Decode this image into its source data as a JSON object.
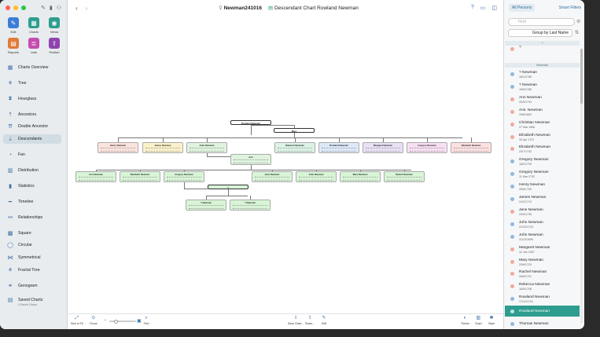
{
  "sidebar": {
    "buttons": [
      {
        "label": "Edit",
        "icon": "pencil-icon",
        "color": "#3b7dd8"
      },
      {
        "label": "Charts",
        "icon": "chart-icon",
        "color": "#2e9d8f"
      },
      {
        "label": "Views",
        "icon": "eye-icon",
        "color": "#2e9d8f"
      },
      {
        "label": "Reports",
        "icon": "report-icon",
        "color": "#e07b39"
      },
      {
        "label": "Lists",
        "icon": "list-icon",
        "color": "#c44db0"
      },
      {
        "label": "Publish",
        "icon": "publish-icon",
        "color": "#8e44ad"
      }
    ],
    "nav": [
      {
        "label": "Charts Overview",
        "icon": "overview-icon"
      },
      {
        "label": "Tree",
        "icon": "tree-icon"
      },
      {
        "label": "Hourglass",
        "icon": "hourglass-icon"
      },
      {
        "label": "Ancestors",
        "icon": "ancestors-icon"
      },
      {
        "label": "Double Ancestor",
        "icon": "double-ancestor-icon"
      },
      {
        "label": "Descendants",
        "icon": "descendants-icon"
      },
      {
        "label": "Fan",
        "icon": "fan-icon"
      },
      {
        "label": "Distribution",
        "icon": "distribution-icon"
      },
      {
        "label": "Statistics",
        "icon": "statistics-icon"
      },
      {
        "label": "Timeline",
        "icon": "timeline-icon"
      },
      {
        "label": "Relationships",
        "icon": "relationships-icon"
      },
      {
        "label": "Square",
        "icon": "square-icon"
      },
      {
        "label": "Circular",
        "icon": "circular-icon"
      },
      {
        "label": "Symmetrical",
        "icon": "symmetrical-icon"
      },
      {
        "label": "Fractal Tree",
        "icon": "fractal-tree-icon"
      },
      {
        "label": "Genogram",
        "icon": "genogram-icon"
      },
      {
        "label": "Saved Charts",
        "icon": "saved-charts-icon",
        "sub": "0 Saved Charts"
      }
    ],
    "active": "Descendants"
  },
  "toolbar": {
    "file_title": "Newman241016",
    "chart_title": "Descendant Chart Rowland Newman"
  },
  "chart": {
    "root": {
      "name": "Rowland Newman"
    },
    "spouse": {
      "name": "Mary"
    },
    "children": [
      {
        "name": "Henry Newman",
        "color": "#fde3de"
      },
      {
        "name": "James Newman",
        "color": "#fbf1c9"
      },
      {
        "name": "John Newman",
        "color": "#dff4de"
      },
      {
        "name": "Rebecca Newman",
        "color": "#dcf3e6"
      },
      {
        "name": "Rowland Newman",
        "color": "#dde9f9"
      },
      {
        "name": "Margaret Newman",
        "color": "#e9e0f7"
      },
      {
        "name": "Gregory Newman",
        "color": "#f8dff2"
      },
      {
        "name": "Elizabeth Newman",
        "color": "#fde0e0"
      }
    ],
    "john_spouse": {
      "name": "Ann"
    },
    "grandchildren": [
      {
        "name": "Ann Newman"
      },
      {
        "name": "Elizabeth Newman"
      },
      {
        "name": "Gregory Newman"
      },
      {
        "name": "Jane Newman"
      },
      {
        "name": "John Newman"
      },
      {
        "name": "Mary Newman"
      },
      {
        "name": "Rachel Newman"
      }
    ],
    "gregory_spouse": {
      "name": "?"
    },
    "great_grandchildren": [
      {
        "name": "? Newman"
      },
      {
        "name": "? Newman"
      }
    ]
  },
  "bottombar": [
    {
      "label": "Size to Fit",
      "icon": "size-to-fit-icon"
    },
    {
      "label": "Focus",
      "icon": "focus-icon"
    },
    {
      "label": "Find",
      "icon": "find-icon"
    },
    {
      "label": "Save Chart...",
      "icon": "save-chart-icon"
    },
    {
      "label": "Share...",
      "icon": "share-icon"
    },
    {
      "label": "Edit",
      "icon": "edit-icon"
    },
    {
      "label": "Theme",
      "icon": "theme-icon"
    },
    {
      "label": "Chart",
      "icon": "chart-settings-icon"
    },
    {
      "label": "Style",
      "icon": "style-icon"
    }
  ],
  "panel": {
    "tab_all": "All Persons",
    "tab_smart": "Smart Filters",
    "find_placeholder": "Find",
    "group_by": "Group by Last Name",
    "section_unknown": "?",
    "section_newman": "Newman",
    "unknown_person": {
      "name": "?",
      "date": ""
    },
    "persons": [
      {
        "name": "? Newman",
        "date": "18/1/1765",
        "gender": "male"
      },
      {
        "name": "? Newman",
        "date": "18/6/1766",
        "gender": "male"
      },
      {
        "name": "Ann Newman",
        "date": "25/3/1733",
        "gender": "female"
      },
      {
        "name": "Ans. Newman",
        "date": "25/6/1663",
        "gender": "female"
      },
      {
        "name": "Christian Newman",
        "date": "27 Mar 1668",
        "gender": "female"
      },
      {
        "name": "Elizabeth Newman",
        "date": "30 Apr 1707",
        "gender": "female"
      },
      {
        "name": "Elizabeth Newman",
        "date": "23/7/1732",
        "gender": "female"
      },
      {
        "name": "Gregory Newman",
        "date": "18/2/1739",
        "gender": "male"
      },
      {
        "name": "Gregory Newman",
        "date": "11 Mar 1702",
        "gender": "male"
      },
      {
        "name": "Henry Newman",
        "date": "28/6/1705",
        "gender": "male"
      },
      {
        "name": "James Newman",
        "date": "24/2/1713",
        "gender": "male"
      },
      {
        "name": "Jane Newman",
        "date": "29/9/1735",
        "gender": "female"
      },
      {
        "name": "John Newman",
        "date": "21/10/1720",
        "gender": "male"
      },
      {
        "name": "John Newman",
        "date": "31/10/1699",
        "gender": "male"
      },
      {
        "name": "Margaret Newman",
        "date": "12 Jan 1697",
        "gender": "female"
      },
      {
        "name": "Mary Newman",
        "date": "20/6/1729",
        "gender": "female"
      },
      {
        "name": "Rachel Newman",
        "date": "28/8/1731",
        "gender": "female"
      },
      {
        "name": "Rebecca Newman",
        "date": "18/5/1708",
        "gender": "female"
      },
      {
        "name": "Rowland Newman",
        "date": "17/12/1701",
        "gender": "male"
      },
      {
        "name": "Rowland Newman",
        "date": "",
        "gender": "male",
        "selected": true
      },
      {
        "name": "Thomas Newman",
        "date": "",
        "gender": "male"
      }
    ],
    "colors": {
      "male": "#8fb8e0",
      "female": "#f2a99a",
      "selected": "#2e9d8f"
    }
  }
}
